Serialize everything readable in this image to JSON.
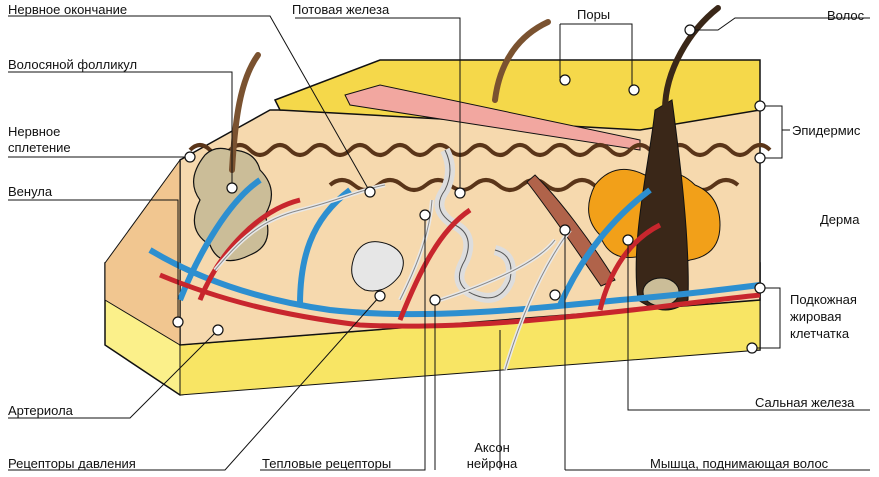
{
  "labels": {
    "nerve_ending": "Нервное окончание",
    "sweat_gland": "Потовая железа",
    "pores": "Поры",
    "hair": "Волос",
    "hair_follicle": "Волосяной фолликул",
    "nerve_plexus_1": "Нервное",
    "nerve_plexus_2": "сплетение",
    "epidermis": "Эпидермис",
    "venule": "Венула",
    "dermis": "Дерма",
    "subcutaneous_1": "Подкожная",
    "subcutaneous_2": "жировая",
    "subcutaneous_3": "клетчатка",
    "arteriole": "Артериола",
    "sebaceous_gland": "Сальная железа",
    "pressure_receptors": "Рецепторы давления",
    "heat_receptors": "Тепловые рецепторы",
    "axon_1": "Аксон",
    "axon_2": "нейрона",
    "arrector_muscle": "Мышца, поднимающая волос"
  },
  "colors": {
    "epidermis_top": "#f5d84a",
    "dermis": "#f6d9ae",
    "fat_layer": "#fbf08a",
    "vein": "#2d8fd0",
    "artery": "#c8262d",
    "hair": "#7a5230",
    "follicle": "#cbbd98",
    "sebaceous": "#f2a019",
    "muscle": "#b0634a",
    "wavy_line": "#5a3519"
  }
}
